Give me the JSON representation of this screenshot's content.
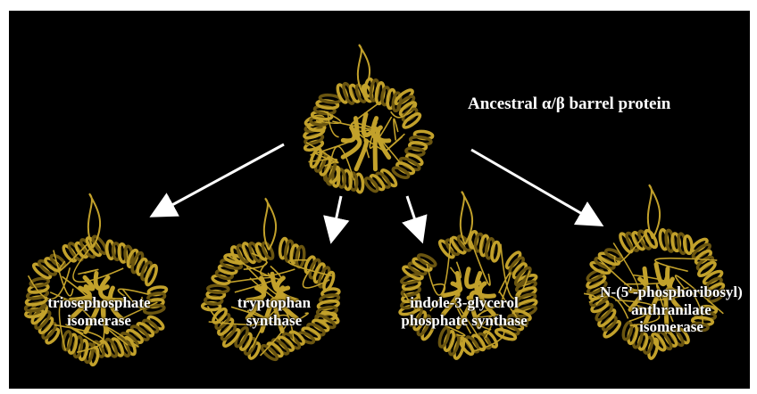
{
  "background_color": "#000000",
  "protein_color": "#c2a12b",
  "protein_shadow_color": "#6a5510",
  "arrow_color": "#ffffff",
  "ancestor": {
    "label": "Ancestral α/β barrel protein",
    "icon": "protein-ribbon-icon"
  },
  "descendants": [
    {
      "label": "triosephosphate\nisomerase",
      "icon": "protein-ribbon-icon"
    },
    {
      "label": "tryptophan\nsynthase",
      "icon": "protein-ribbon-icon"
    },
    {
      "label": "indole-3-glycerol\nphosphate synthase",
      "icon": "protein-ribbon-icon"
    },
    {
      "label": "N-(5'-phosphoribosyl)\nanthranilate\nisomerase",
      "icon": "protein-ribbon-icon"
    }
  ]
}
